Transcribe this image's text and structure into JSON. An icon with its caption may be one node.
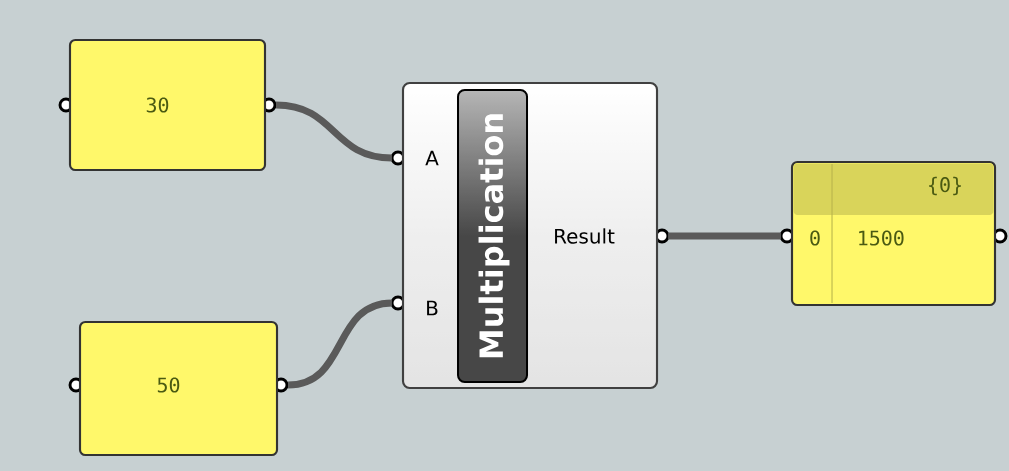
{
  "diagram": {
    "nodes": [
      {
        "text": [
          "30"
        ]
      },
      {
        "text": [
          "A",
          "B",
          "Multiplication",
          "Result"
        ]
      },
      {
        "text": [
          "50"
        ]
      },
      {
        "text": [
          "{0}",
          "0",
          "1500"
        ]
      }
    ],
    "edges": [
      {
        "from": 0,
        "to": 1,
        "arrow": "none"
      },
      {
        "from": 2,
        "to": 1,
        "arrow": "none"
      },
      {
        "from": 1,
        "to": 3,
        "arrow": "none"
      }
    ]
  }
}
